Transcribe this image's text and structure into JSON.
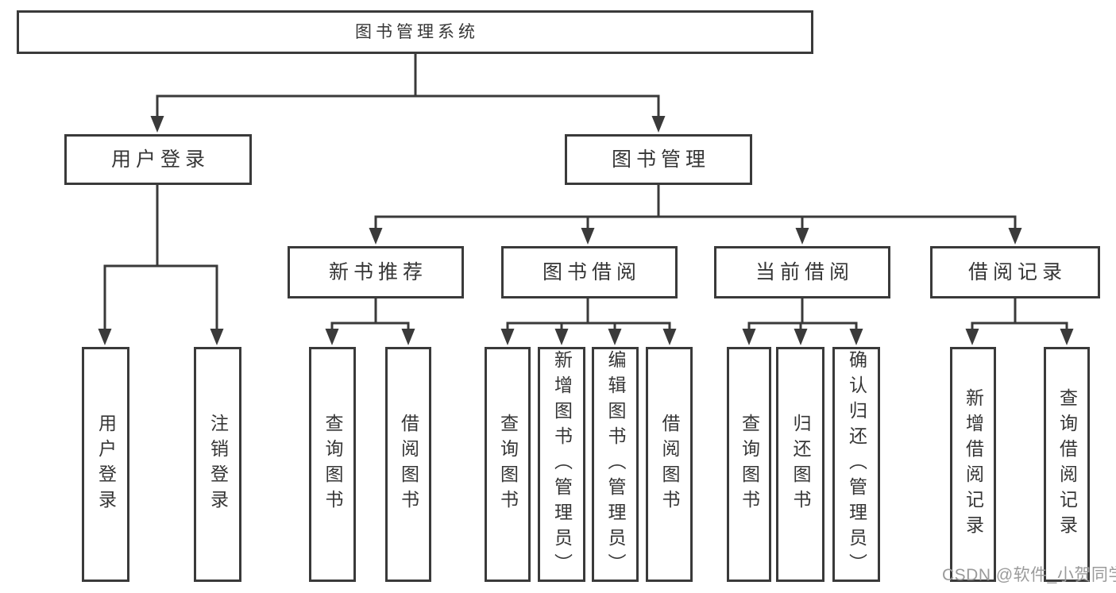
{
  "colors": {
    "ink": "#3a3a3a",
    "text": "#363636",
    "watermark": "#9b9b9b",
    "background": "#ffffff"
  },
  "watermark": "CSDN @软件_小贺同学",
  "tree": {
    "label": "图书管理系统",
    "children": [
      {
        "label": "用户登录",
        "children": [
          {
            "label": "用户登录"
          },
          {
            "label": "注销登录"
          }
        ]
      },
      {
        "label": "图书管理",
        "children": [
          {
            "label": "新书推荐",
            "children": [
              {
                "label": "查询图书"
              },
              {
                "label": "借阅图书"
              }
            ]
          },
          {
            "label": "图书借阅",
            "children": [
              {
                "label": "查询图书"
              },
              {
                "label": "新增图书（管理员）"
              },
              {
                "label": "编辑图书（管理员）"
              },
              {
                "label": "借阅图书"
              }
            ]
          },
          {
            "label": "当前借阅",
            "children": [
              {
                "label": "查询图书"
              },
              {
                "label": "归还图书"
              },
              {
                "label": "确认归还（管理员）"
              }
            ]
          },
          {
            "label": "借阅记录",
            "children": [
              {
                "label": "新增借阅记录"
              },
              {
                "label": "查询借阅记录"
              }
            ]
          }
        ]
      }
    ]
  }
}
